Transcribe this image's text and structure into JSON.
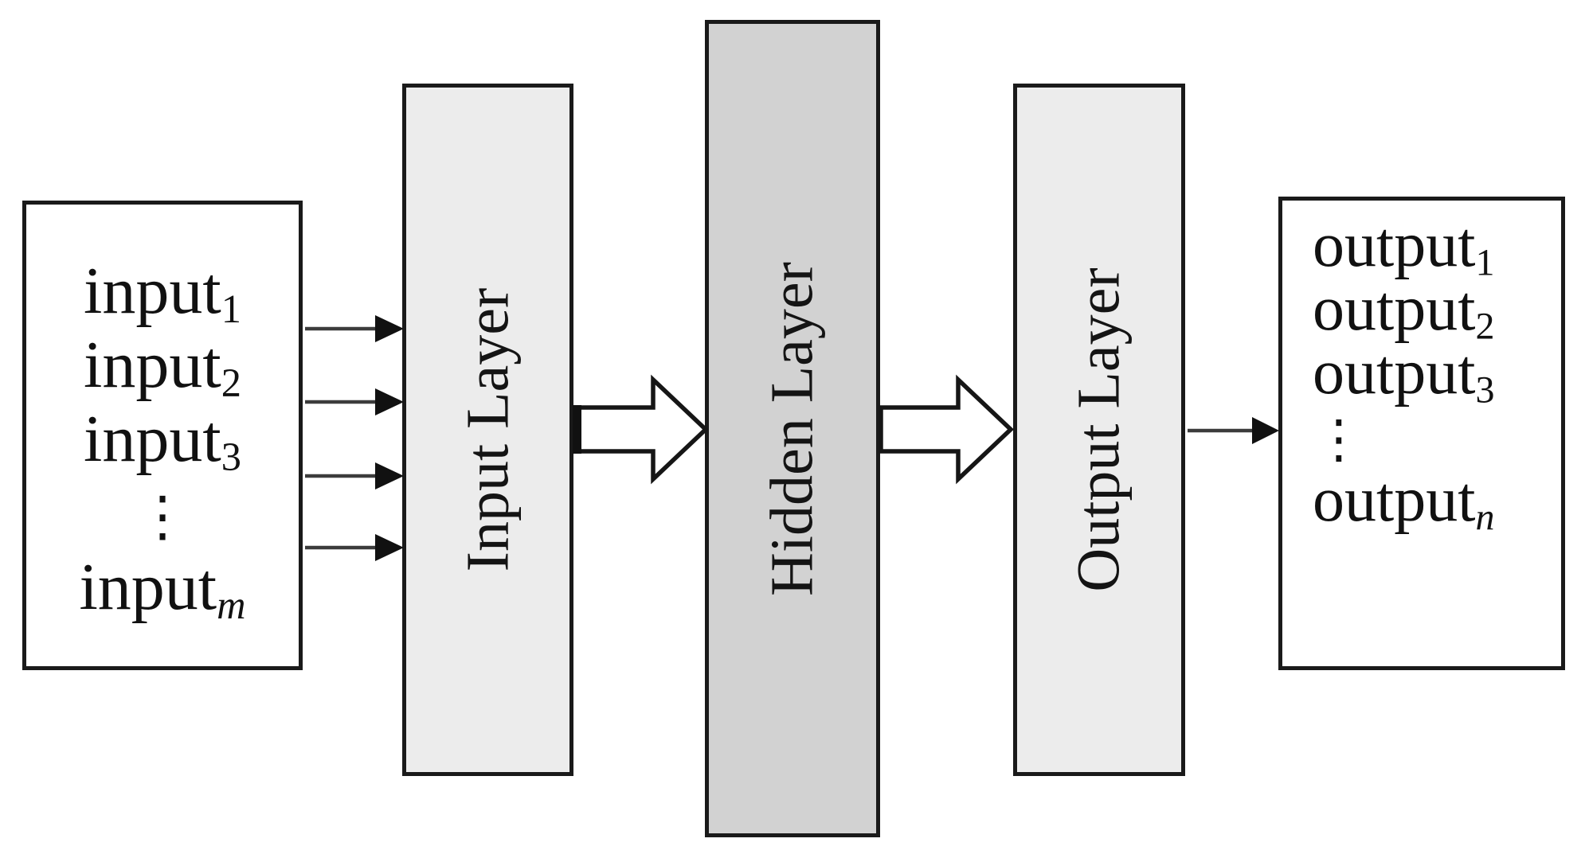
{
  "diagram": {
    "type": "neural-network-architecture",
    "input_box": {
      "items": [
        {
          "base": "input",
          "sub": "1"
        },
        {
          "base": "input",
          "sub": "2"
        },
        {
          "base": "input",
          "sub": "3"
        },
        {
          "base": "⋮",
          "sub": ""
        },
        {
          "base": "input",
          "sub": "m"
        }
      ]
    },
    "layers": [
      {
        "label": "Input Layer",
        "fill": "#ececec"
      },
      {
        "label": "Hidden Layer",
        "fill": "#d2d2d2"
      },
      {
        "label": "Output Layer",
        "fill": "#ececec"
      }
    ],
    "output_box": {
      "items": [
        {
          "base": "output",
          "sub": "1"
        },
        {
          "base": "output",
          "sub": "2"
        },
        {
          "base": "output",
          "sub": "3"
        },
        {
          "base": "⋮",
          "sub": ""
        },
        {
          "base": "output",
          "sub": "n"
        }
      ]
    },
    "colors": {
      "background": "#ffffff",
      "border": "#1a1a1a",
      "layer_light": "#ececec",
      "layer_dark": "#d2d2d2",
      "arrow_line": "#3c3c3c",
      "arrow_head": "#111111",
      "block_arrow_fill": "#ffffff"
    }
  }
}
